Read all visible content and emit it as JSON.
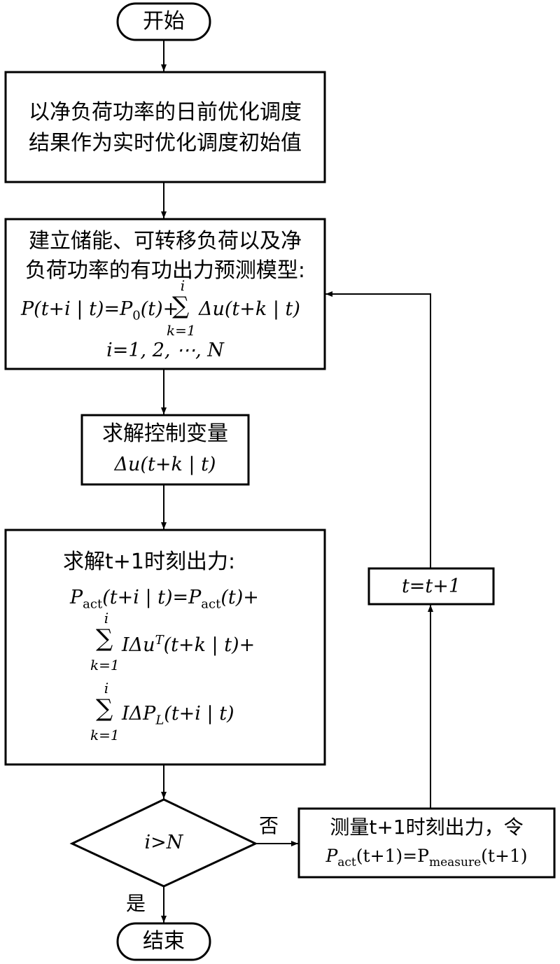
{
  "nodes": {
    "start": "开始",
    "step1": {
      "line1": "以净负荷功率的日前优化调度",
      "line2": "结果作为实时优化调度初始值"
    },
    "step2": {
      "line1": "建立储能、可转移负荷以及净",
      "line2": "负荷功率的有功出力预测模型:",
      "formula_left": "P(t+i | t)=P",
      "formula_sub0": "0",
      "formula_mid": "(t)+",
      "sum_top": "i",
      "sum_symbol": "∑",
      "sum_bottom": "k=1",
      "formula_right": "Δu(t+k | t)",
      "range": "i=1, 2, ⋯, N"
    },
    "step3": {
      "line1": "求解控制变量",
      "line2": "Δu(t+k | t)"
    },
    "step4": {
      "line1": "求解t+1时刻出力:",
      "eq1_a": "P",
      "eq1_sub": "act",
      "eq1_b": "(t+i | t)=P",
      "eq1_c": "(t)+",
      "sum1_top": "i",
      "sum1_bottom": "k=1",
      "sum1_term": "IΔu",
      "sum1_sup": "T",
      "sum1_rest": "(t+k | t)+",
      "sum2_top": "i",
      "sum2_bottom": "k=1",
      "sum2_term": "IΔP",
      "sum2_sub": "L",
      "sum2_rest": "(t+i | t)"
    },
    "decision": "i>N",
    "measure": {
      "line1": "测量t+1时刻出力，令",
      "p_act": "P",
      "sub_act": "act",
      "mid": "(t+1)=P",
      "sub_measure": "measure",
      "end": "(t+1)"
    },
    "increment": "t=t+1",
    "end": "结束"
  },
  "edges": {
    "no_label": "否",
    "yes_label": "是"
  }
}
